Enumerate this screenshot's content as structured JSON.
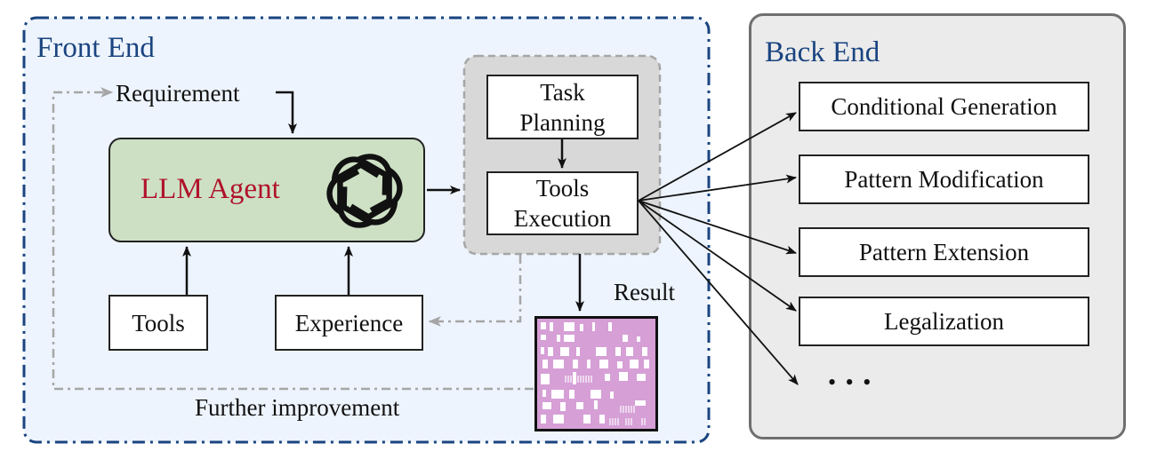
{
  "front_end": {
    "title": "Front End",
    "requirement_label": "Requirement",
    "agent": {
      "label": "LLM Agent",
      "icon": "openai-logo-icon"
    },
    "tools_label": "Tools",
    "experience_label": "Experience",
    "task_planning": {
      "line1": "Task",
      "line2": "Planning"
    },
    "tools_execution": {
      "line1": "Tools",
      "line2": "Execution"
    },
    "result_label": "Result",
    "further_improvement_label": "Further improvement"
  },
  "back_end": {
    "title": "Back End",
    "items": [
      {
        "label": "Conditional Generation"
      },
      {
        "label": "Pattern Modification"
      },
      {
        "label": "Pattern Extension"
      },
      {
        "label": "Legalization"
      }
    ],
    "more_label": "• • •"
  },
  "colors": {
    "front_end_bg": "#edf4fd",
    "front_end_border": "#1a4480",
    "back_end_bg": "#ebebeb",
    "agent_bg": "#cde0c4",
    "agent_text": "#b0122a",
    "layout_pink": "#d69fd6",
    "feedback_gray": "#a6a6a6"
  }
}
